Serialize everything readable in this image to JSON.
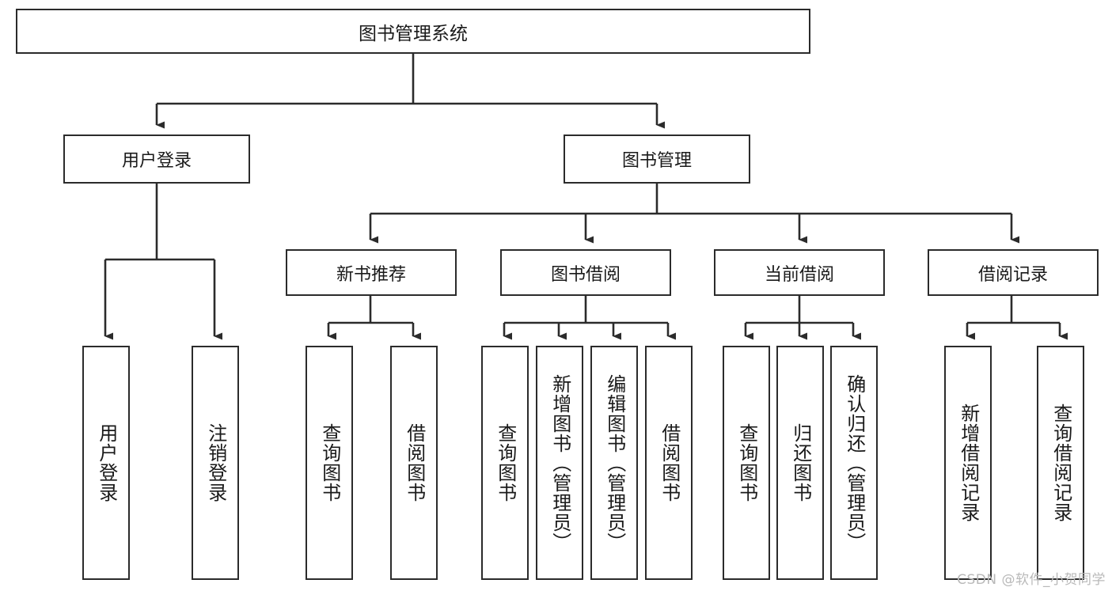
{
  "diagram": {
    "title": "图书管理系统",
    "type": "tree-hierarchy",
    "root": {
      "id": "root",
      "label": "图书管理系统"
    },
    "level2": [
      {
        "id": "user-login",
        "label": "用户登录"
      },
      {
        "id": "book-manage",
        "label": "图书管理"
      }
    ],
    "level3": [
      {
        "id": "new-book-recommend",
        "label": "新书推荐",
        "parent": "book-manage"
      },
      {
        "id": "book-borrow",
        "label": "图书借阅",
        "parent": "book-manage"
      },
      {
        "id": "current-borrow",
        "label": "当前借阅",
        "parent": "book-manage"
      },
      {
        "id": "borrow-record",
        "label": "借阅记录",
        "parent": "book-manage"
      }
    ],
    "leaves": [
      {
        "id": "leaf-user-login",
        "label": "用户登录",
        "parent": "user-login"
      },
      {
        "id": "leaf-logout",
        "label": "注销登录",
        "parent": "user-login"
      },
      {
        "id": "leaf-query-book-1",
        "label": "查询图书",
        "parent": "new-book-recommend"
      },
      {
        "id": "leaf-borrow-book-1",
        "label": "借阅图书",
        "parent": "new-book-recommend"
      },
      {
        "id": "leaf-query-book-2",
        "label": "查询图书",
        "parent": "book-borrow"
      },
      {
        "id": "leaf-add-book",
        "label": "新增图书（管理员）",
        "parent": "book-borrow"
      },
      {
        "id": "leaf-edit-book",
        "label": "编辑图书（管理员）",
        "parent": "book-borrow"
      },
      {
        "id": "leaf-borrow-book-2",
        "label": "借阅图书",
        "parent": "book-borrow"
      },
      {
        "id": "leaf-query-book-3",
        "label": "查询图书",
        "parent": "current-borrow"
      },
      {
        "id": "leaf-return-book",
        "label": "归还图书",
        "parent": "current-borrow"
      },
      {
        "id": "leaf-confirm-return",
        "label": "确认归还（管理员）",
        "parent": "current-borrow"
      },
      {
        "id": "leaf-add-record",
        "label": "新增借阅记录",
        "parent": "borrow-record"
      },
      {
        "id": "leaf-query-record",
        "label": "查询借阅记录",
        "parent": "borrow-record"
      }
    ]
  },
  "watermark": {
    "text": "CSDN @软件_小贺同学"
  },
  "colors": {
    "box_border": "#2b2b2b",
    "box_fill": "#ffffff",
    "text": "#1a1a1a",
    "connector": "#2b2b2b",
    "watermark": "#b9b9b9",
    "background": "#ffffff"
  }
}
